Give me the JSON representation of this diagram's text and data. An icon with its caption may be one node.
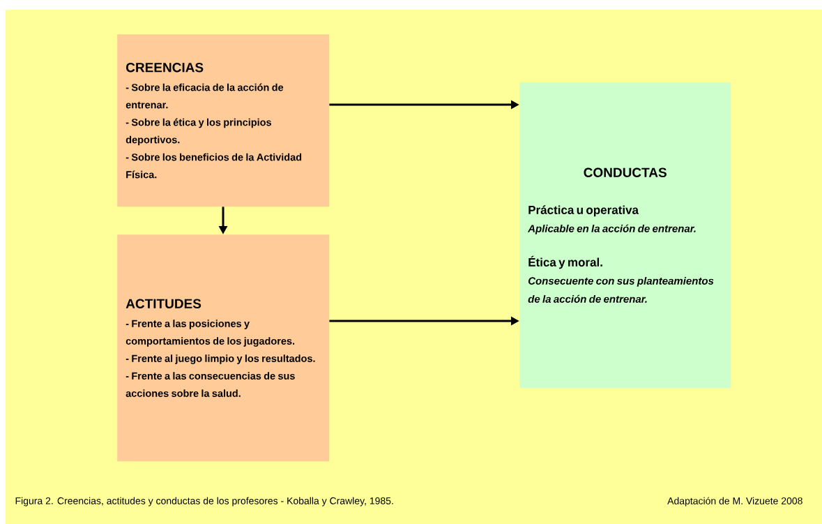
{
  "diagram": {
    "caption": "Figura 2. Creencias, actitudes y conductas de los profesores - Koballa y Crawley, 1985.",
    "nodes": [
      {
        "text": [
          "CREENCIAS",
          "- Sobre la eficacia de la acción de entrenar.",
          "- Sobre la ética y los principios deportivos.",
          "- Sobre los beneficios de la Actividad Física."
        ]
      },
      {
        "text": [
          "ACTITUDES",
          "- Frente a las posiciones y comportamientos de los jugadores.",
          "- Frente al juego limpio y los resultados.",
          "- Frente a las consecuencias de sus acciones sobre la salud."
        ]
      },
      {
        "text": [
          "CONDUCTAS",
          "Práctica u operativa",
          "Aplicable en la acción de entrenar.",
          "Ética y moral.",
          "Consecuente con sus planteamientos de la acción de entrenar."
        ]
      }
    ],
    "edges": [
      {
        "from": 0,
        "to": 2,
        "arrow": "to"
      },
      {
        "from": 0,
        "to": 1,
        "arrow": "to"
      },
      {
        "from": 1,
        "to": 2,
        "arrow": "to"
      }
    ],
    "labels": [
      "Adaptación de M. Vizuete  2008"
    ]
  }
}
